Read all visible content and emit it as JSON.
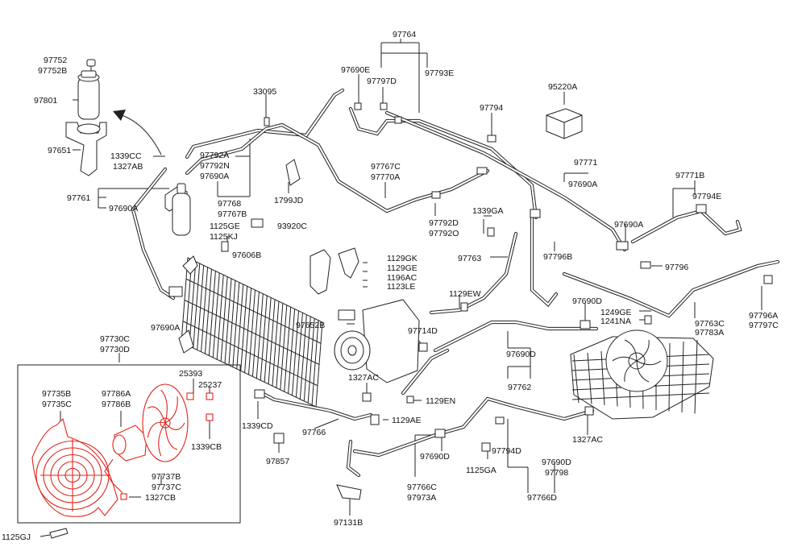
{
  "labels": {
    "p97764": "97764",
    "p97690e": "97690E",
    "p97797d": "97797D",
    "p97793e": "97793E",
    "p97752": "97752",
    "p97752b": "97752B",
    "p97801": "97801",
    "p97651": "97651",
    "p33095": "33095",
    "p95220a": "95220A",
    "p97794": "97794",
    "p1339cc": "1339CC",
    "p1327ab": "1327AB",
    "p97792a": "97792A",
    "p97792n": "97792N",
    "p97690a_1": "97690A",
    "p97767c": "97767C",
    "p97770a": "97770A",
    "p97771": "97771",
    "p97690a_2": "97690A",
    "p97771b": "97771B",
    "p97794e": "97794E",
    "p97761": "97761",
    "p97690a_3": "97690A",
    "p1799jd": "1799JD",
    "p97768": "97768",
    "p97767b": "97767B",
    "p1125ge": "1125GE",
    "p1125kj": "1125KJ",
    "p93920c": "93920C",
    "p97792d": "97792D",
    "p97792o": "97792O",
    "p1339ga": "1339GA",
    "p97690a_4": "97690A",
    "p97606b": "97606B",
    "p1129gk": "1129GK",
    "p1129ge": "1129GE",
    "p1196ac": "1196AC",
    "p1123le": "1123LE",
    "p97763": "97763",
    "p97796b": "97796B",
    "p97796": "97796",
    "p1129ew": "1129EW",
    "p97690d_1": "97690D",
    "p97690a_5": "97690A",
    "p97652b": "97652B",
    "p97714d": "97714D",
    "p1249ge": "1249GE",
    "p1241na": "1241NA",
    "p97763c": "97763C",
    "p97783a": "97783A",
    "p97796a": "97796A",
    "p97797c": "97797C",
    "p97730c": "97730C",
    "p97730d": "97730D",
    "p97690d_2": "97690D",
    "p1327ac_1": "1327AC",
    "p25393": "25393",
    "p25237": "25237",
    "p97735b": "97735B",
    "p97735c": "97735C",
    "p97786a": "97786A",
    "p97786b": "97786B",
    "p97762": "97762",
    "p1129en": "1129EN",
    "p1339cb": "1339CB",
    "p1339cd": "1339CD",
    "p97766": "97766",
    "p1129ae": "1129AE",
    "p1327ac_2": "1327AC",
    "p97737b": "97737B",
    "p97737c": "97737C",
    "p1327cb": "1327CB",
    "p97857": "97857",
    "p97690d_3": "97690D",
    "p97794d": "97794D",
    "p1125ga": "1125GA",
    "p97690d_4": "97690D",
    "p97798": "97798",
    "p97766c": "97766C",
    "p97973a": "97973A",
    "p97766d": "97766D",
    "p97131b": "97131B",
    "p1125gj": "1125GJ"
  },
  "colors": {
    "line": "#222222",
    "highlight": "#e2231a",
    "background": "#ffffff"
  }
}
